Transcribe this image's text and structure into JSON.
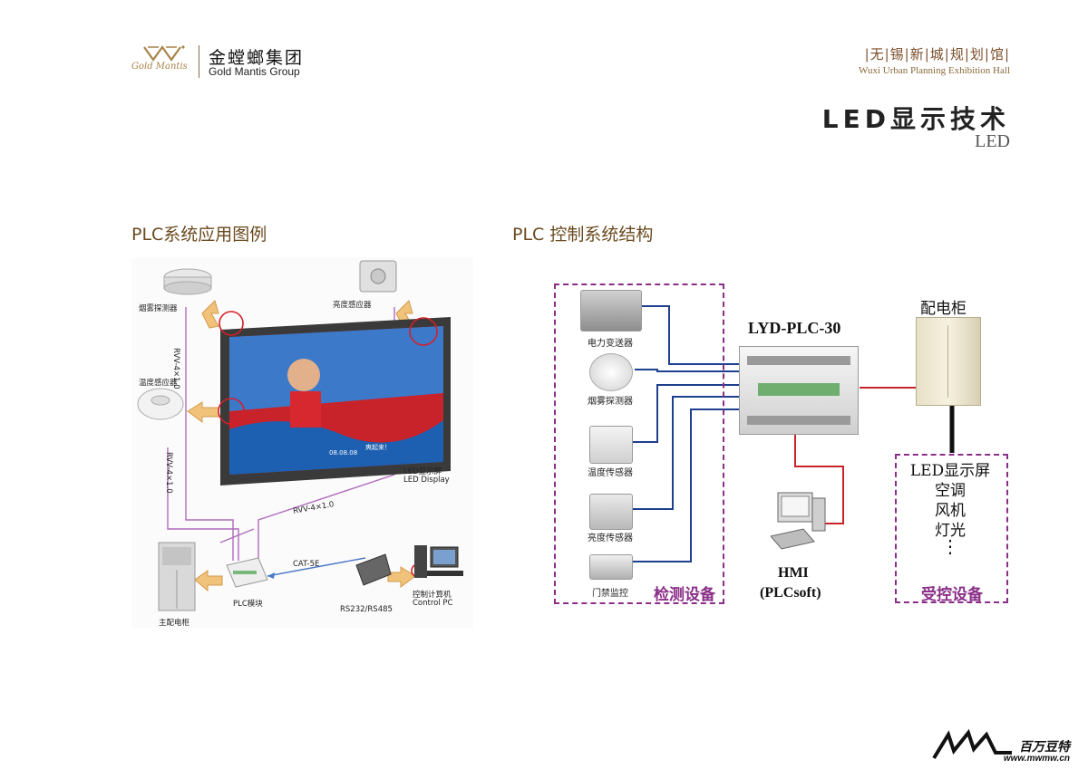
{
  "header": {
    "brand_cn": "金螳螂集团",
    "brand_en": "Gold Mantis Group",
    "logo_script": "Gold Mantis",
    "hall_cn": "|无|锡|新|城|规|划|馆|",
    "hall_en": "Wuxi Urban Planning Exhibition Hall",
    "title": "LED显示技术",
    "subtitle": "LED"
  },
  "left_section": {
    "title": "PLC系统应用图例",
    "labels": {
      "smoke": "烟雾探测器",
      "brightness": "亮度感应器",
      "temperature": "温度感应器",
      "rvv_top": "RVV-4×1.0",
      "rvv_mid": "RVV-4×1.0",
      "rvv_bottom": "RVV-4×1.0",
      "led_cn": "LED显示屏",
      "led_en": "LED Display",
      "cat": "CAT-5E",
      "cabinet": "主配电柜",
      "plc": "PLC模块",
      "rs": "RS232/RS485",
      "pc_cn": "控制计算机",
      "pc_en": "Control PC",
      "screen_time": "08.08.08",
      "screen_slogan": "爽起来！"
    }
  },
  "right_section": {
    "title": "PLC 控制系统结构",
    "plc_name": "LYD-PLC-30",
    "cabinet": "配电柜",
    "sensors": [
      "电力变送器",
      "烟雾探测器",
      "温度传感器",
      "亮度传感器",
      "门禁监控"
    ],
    "detect_label": "检测设备",
    "hmi": "HMI",
    "hmi_soft": "(PLCsoft)",
    "controlled": [
      "LED显示屏",
      "空调",
      "风机",
      "灯光",
      "⋮"
    ],
    "controlled_label": "受控设备"
  },
  "footer": {
    "brand_cn": "百万豆特",
    "url": "www.mwmw.cn"
  },
  "colors": {
    "accent_brown": "#6b4a1f",
    "purple": "#8a2e88",
    "blue_line": "#1d3f8f",
    "red_line": "#c8232a"
  }
}
